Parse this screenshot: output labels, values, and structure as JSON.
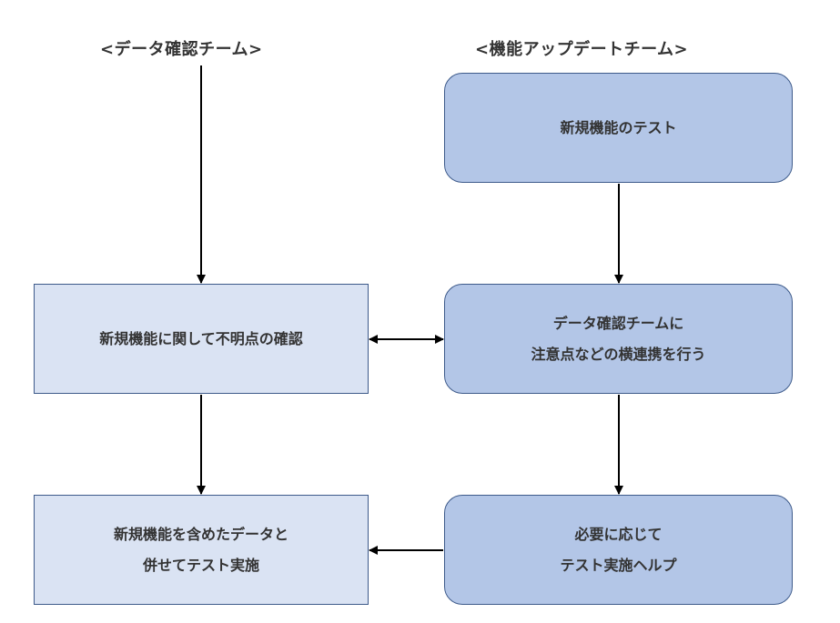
{
  "headers": {
    "left": "<データ確認チーム>",
    "right": "<機能アップデートチーム>"
  },
  "boxes": {
    "new_feature_test": [
      "新規機能のテスト"
    ],
    "check_unclear": [
      "新規機能に関して不明点の確認"
    ],
    "notify_team": [
      "データ確認チームに",
      "注意点などの横連携を行う"
    ],
    "test_all": [
      "新規機能を含めたデータと",
      "併せてテスト実施"
    ],
    "test_help": [
      "必要に応じて",
      "テスト実施ヘルプ"
    ]
  },
  "colors": {
    "square_fill": "#dae3f3",
    "rounded_fill": "#b3c6e7",
    "border": "#3d5a8a",
    "arrow": "#000000",
    "text": "#333333"
  }
}
